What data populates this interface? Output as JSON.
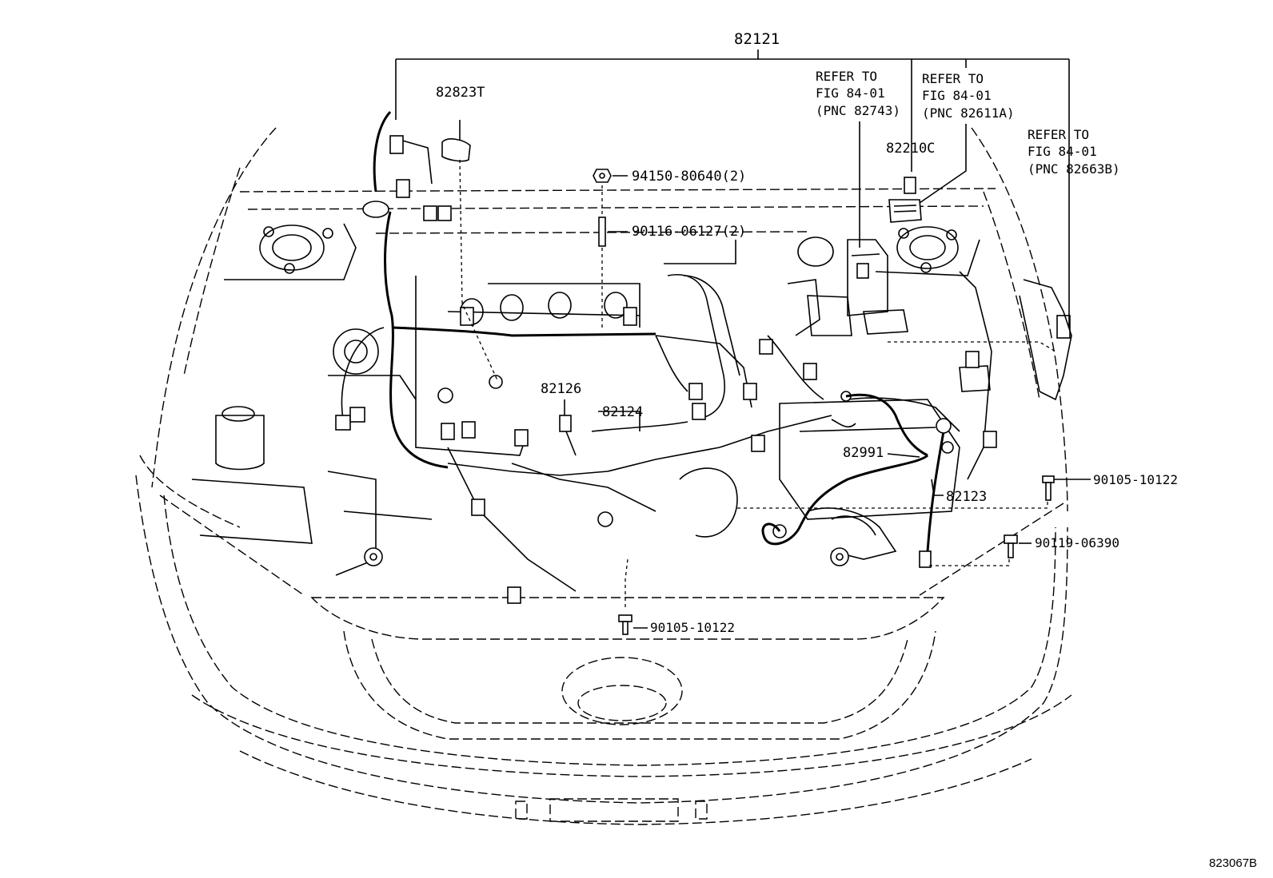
{
  "diagram": {
    "callouts": {
      "harness_main": "82121",
      "clamp": "82823T",
      "nut": "94150-80640(2)",
      "stud": "90116-06127(2)",
      "refer_1": [
        "REFER TO",
        "FIG 84-01",
        "(PNC 82743)"
      ],
      "refer_2": [
        "REFER TO",
        "FIG 84-01",
        "(PNC 82611A)"
      ],
      "refer_3": [
        "REFER TO",
        "FIG 84-01",
        "(PNC 82663B)"
      ],
      "relay": "82210C",
      "wire_126": "82126",
      "wire_124": "82124",
      "battery_cable": "82991",
      "wire_123": "82123",
      "bolt_right": "90105-10122",
      "bolt_mid": "90119-06390",
      "bolt_bottom": "90105-10122"
    },
    "figure_code": "823067B"
  }
}
